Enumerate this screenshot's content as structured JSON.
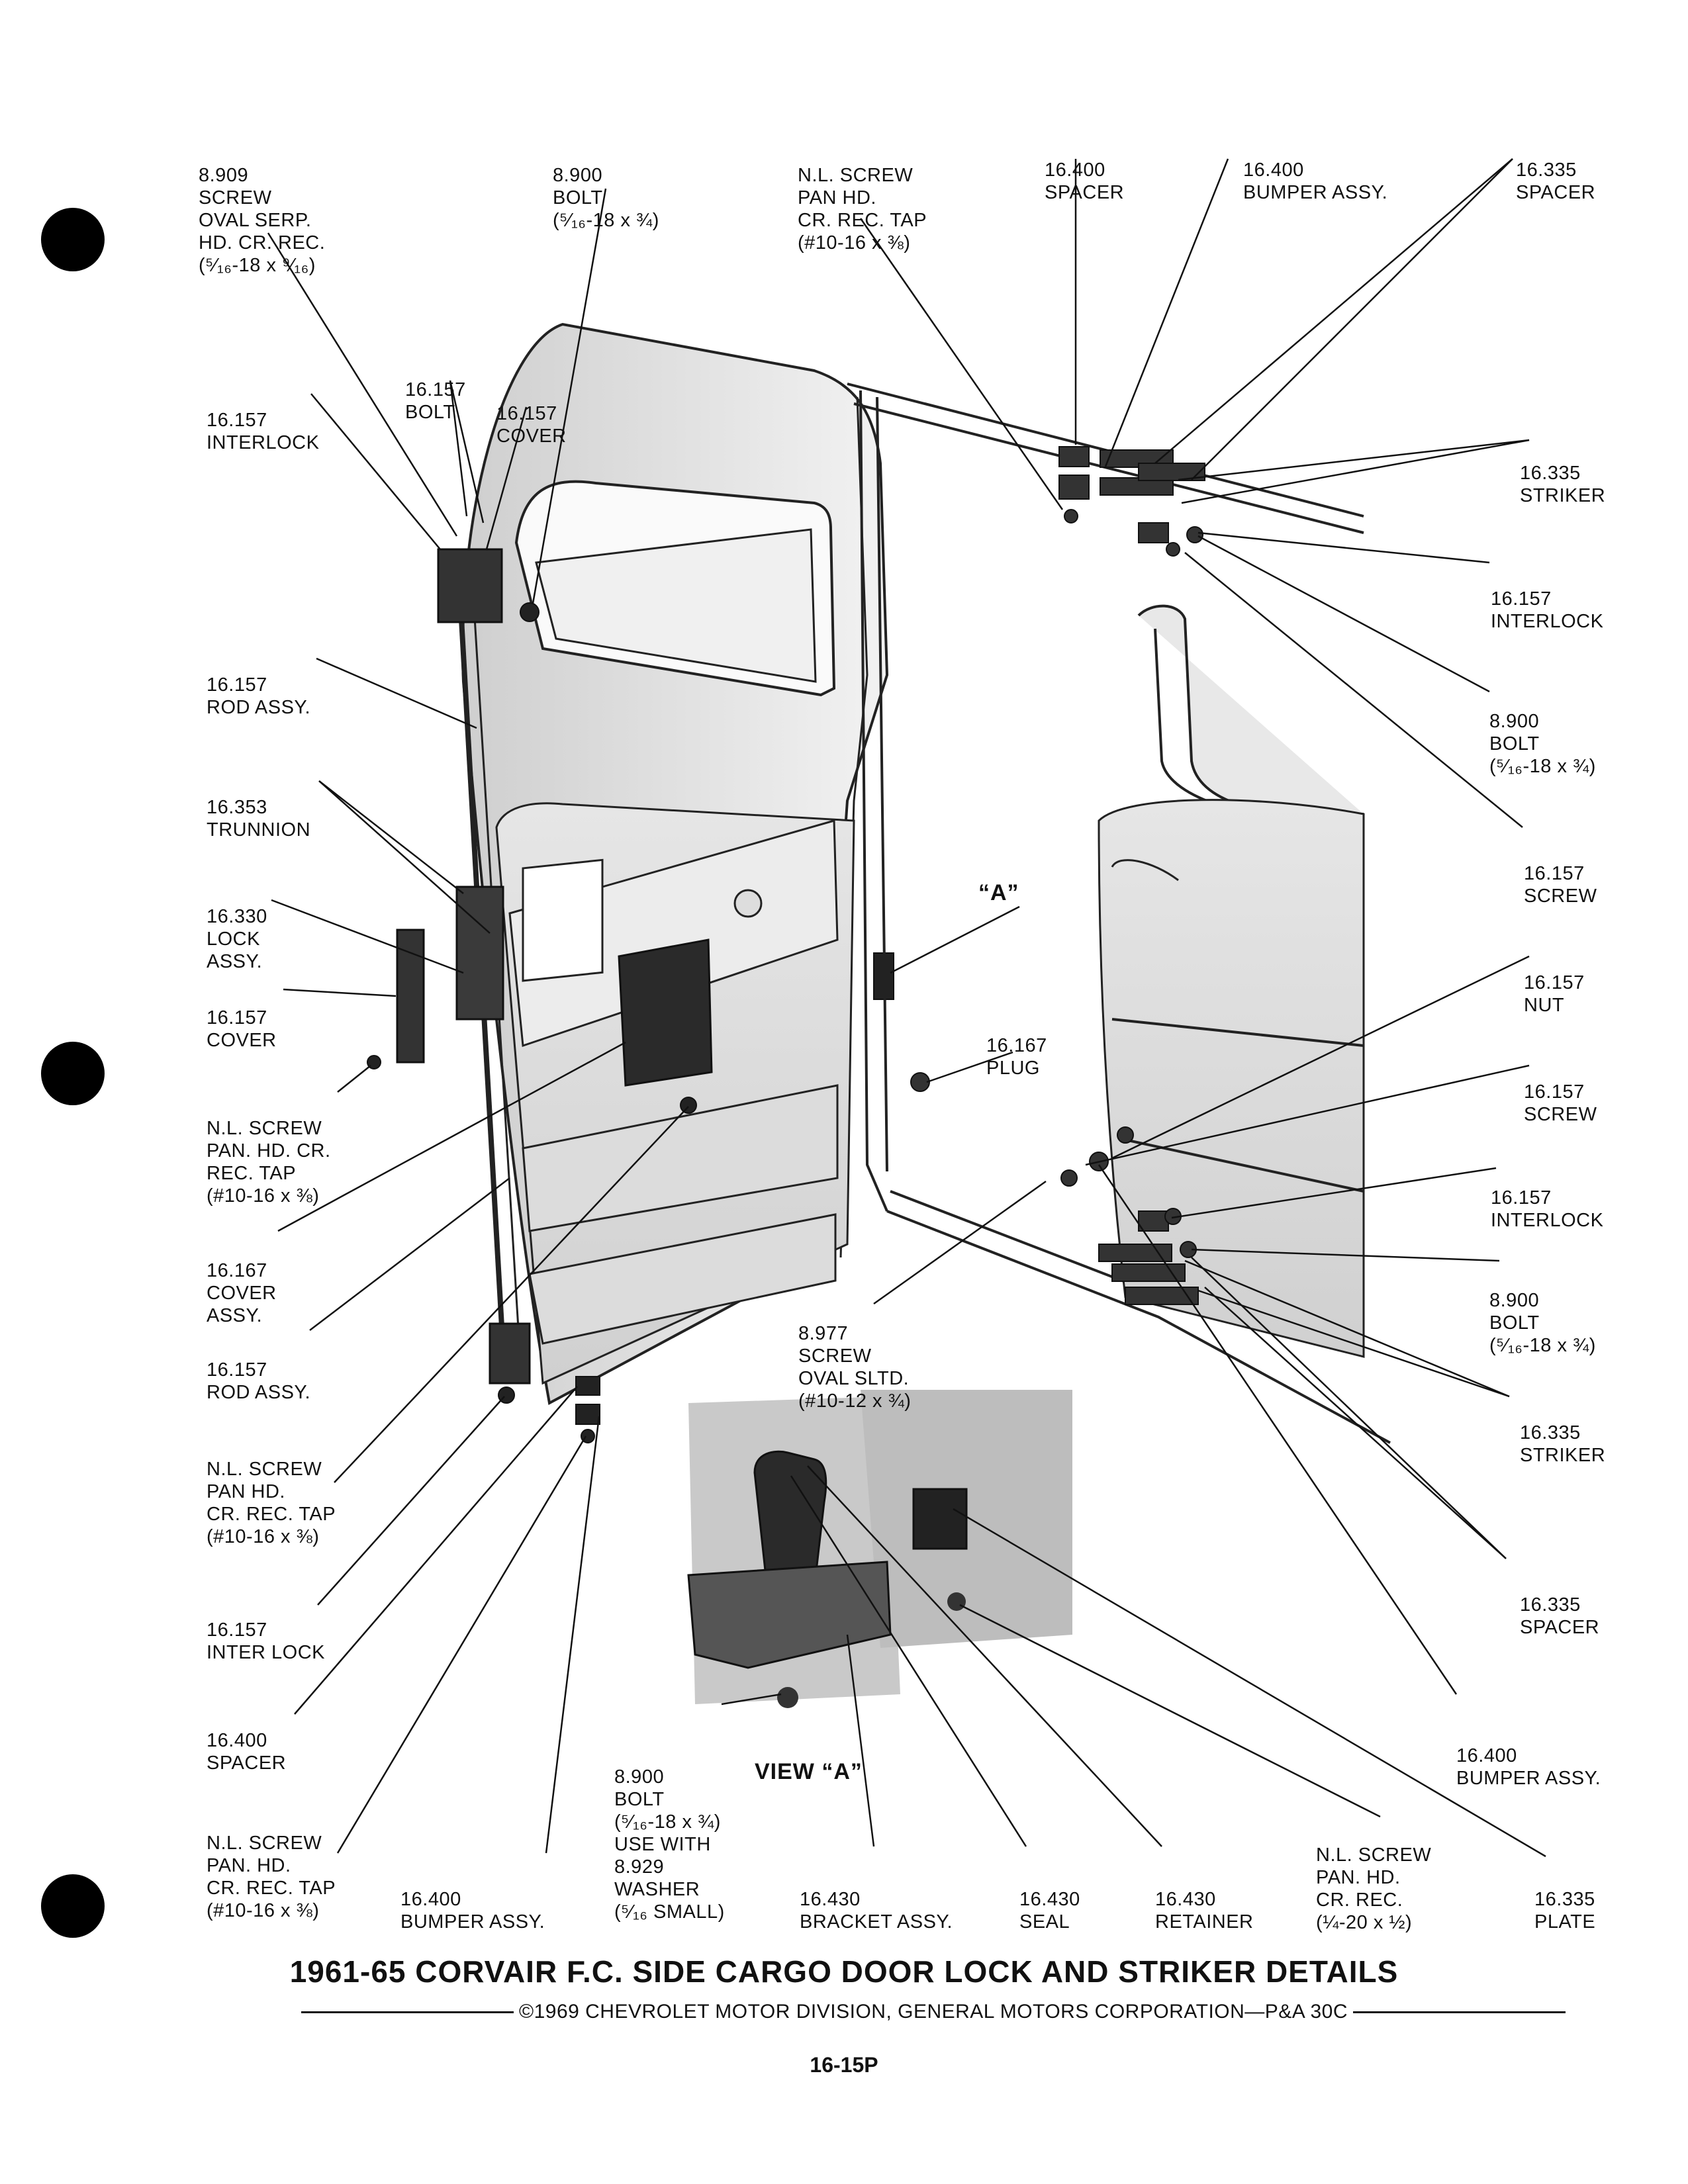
{
  "labels": [
    {
      "id": "l1",
      "lines": [
        "8.909",
        "SCREW",
        "OVAL SERP.",
        "HD. CR. REC.",
        "(⁵⁄₁₆-18 x ⁹⁄₁₆)"
      ]
    },
    {
      "id": "l2",
      "lines": [
        "8.900",
        "BOLT",
        "(⁵⁄₁₆-18 x ¾)"
      ]
    },
    {
      "id": "l3",
      "lines": [
        "N.L. SCREW",
        "PAN HD.",
        "CR. REC. TAP",
        "(#10-16 x ⅜)"
      ]
    },
    {
      "id": "l4",
      "lines": [
        "16.400",
        "SPACER"
      ]
    },
    {
      "id": "l5",
      "lines": [
        "16.400",
        "BUMPER ASSY."
      ]
    },
    {
      "id": "l6",
      "lines": [
        "16.335",
        "SPACER"
      ]
    },
    {
      "id": "l7",
      "lines": [
        "16.157",
        "BOLT"
      ]
    },
    {
      "id": "l8",
      "lines": [
        "16.157",
        "COVER"
      ]
    },
    {
      "id": "l9",
      "lines": [
        "16.157",
        "INTERLOCK"
      ]
    },
    {
      "id": "l10",
      "lines": [
        "16.335",
        "STRIKER"
      ]
    },
    {
      "id": "l11",
      "lines": [
        "16.157",
        "INTERLOCK"
      ]
    },
    {
      "id": "l12",
      "lines": [
        "16.157",
        "ROD ASSY."
      ]
    },
    {
      "id": "l13",
      "lines": [
        "8.900",
        "BOLT",
        "(⁵⁄₁₆-18 x ¾)"
      ]
    },
    {
      "id": "l14",
      "lines": [
        "16.353",
        "TRUNNION"
      ]
    },
    {
      "id": "l15",
      "lines": [
        "16.157",
        "SCREW"
      ]
    },
    {
      "id": "l16",
      "lines": [
        "16.330",
        "LOCK",
        "ASSY."
      ]
    },
    {
      "id": "l17",
      "lines": [
        "16.157",
        "COVER"
      ]
    },
    {
      "id": "l18",
      "lines": [
        "16.157",
        "NUT"
      ]
    },
    {
      "id": "l19",
      "lines": [
        "16.167",
        "PLUG"
      ]
    },
    {
      "id": "l20",
      "lines": [
        "N.L. SCREW",
        "PAN. HD. CR.",
        "REC. TAP",
        "(#10-16 x ⅜)"
      ]
    },
    {
      "id": "l21",
      "lines": [
        "16.157",
        "SCREW"
      ]
    },
    {
      "id": "l22",
      "lines": [
        "16.157",
        "INTERLOCK"
      ]
    },
    {
      "id": "l23",
      "lines": [
        "16.167",
        "COVER",
        "ASSY."
      ]
    },
    {
      "id": "l24",
      "lines": [
        "8.900",
        "BOLT",
        "(⁵⁄₁₆-18 x ¾)"
      ]
    },
    {
      "id": "l25",
      "lines": [
        "8.977",
        "SCREW",
        "OVAL SLTD.",
        "(#10-12 x ¾)"
      ]
    },
    {
      "id": "l26",
      "lines": [
        "16.157",
        "ROD ASSY."
      ]
    },
    {
      "id": "l27",
      "lines": [
        "16.335",
        "STRIKER"
      ]
    },
    {
      "id": "l28",
      "lines": [
        "N.L. SCREW",
        "PAN HD.",
        "CR. REC. TAP",
        "(#10-16 x ⅜)"
      ]
    },
    {
      "id": "l29",
      "lines": [
        "16.335",
        "SPACER"
      ]
    },
    {
      "id": "l30",
      "lines": [
        "16.157",
        "INTER LOCK"
      ]
    },
    {
      "id": "l31",
      "lines": [
        "16.400",
        "SPACER"
      ]
    },
    {
      "id": "l32",
      "lines": [
        "16.400",
        "BUMPER ASSY."
      ]
    },
    {
      "id": "l33",
      "lines": [
        "8.900",
        "BOLT",
        "(⁵⁄₁₆-18 x ¾)",
        "USE WITH",
        "8.929",
        "WASHER",
        "(⁵⁄₁₆ SMALL)"
      ]
    },
    {
      "id": "l34",
      "lines": [
        "N.L. SCREW",
        "PAN. HD.",
        "CR. REC. TAP",
        "(#10-16 x ⅜)"
      ]
    },
    {
      "id": "l35",
      "lines": [
        "16.400",
        "BUMPER ASSY."
      ]
    },
    {
      "id": "l36",
      "lines": [
        "16.430",
        "BRACKET ASSY."
      ]
    },
    {
      "id": "l37",
      "lines": [
        "16.430",
        "SEAL"
      ]
    },
    {
      "id": "l38",
      "lines": [
        "16.430",
        "RETAINER"
      ]
    },
    {
      "id": "l39",
      "lines": [
        "N.L. SCREW",
        "PAN. HD.",
        "CR. REC.",
        "(¼-20 x ½)"
      ]
    },
    {
      "id": "l40",
      "lines": [
        "16.335",
        "PLATE"
      ]
    }
  ],
  "view_marker": "“A”",
  "view_label": "VIEW “A”",
  "title": "1961-65 CORVAIR F.C. SIDE CARGO DOOR LOCK AND STRIKER DETAILS",
  "copyright": "©1969 CHEVROLET MOTOR DIVISION, GENERAL MOTORS CORPORATION—P&A 30C",
  "page_number": "16-15P",
  "colors": {
    "ink": "#111111",
    "shade": "#9a9a9a",
    "paper": "#ffffff"
  }
}
